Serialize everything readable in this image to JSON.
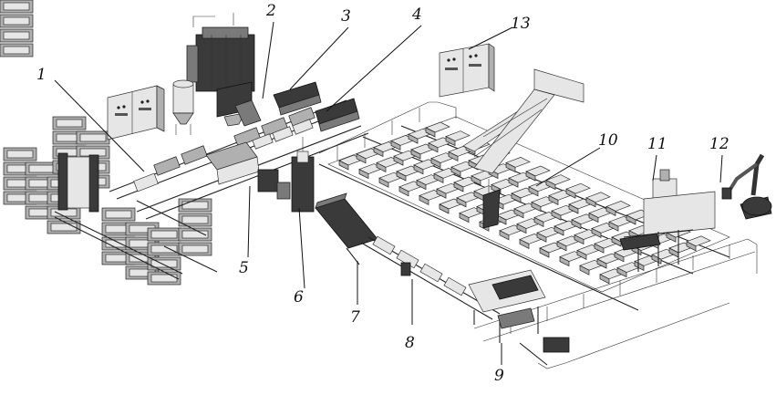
{
  "figure": {
    "callouts": [
      {
        "id": "1",
        "label": "1"
      },
      {
        "id": "2",
        "label": "2"
      },
      {
        "id": "3",
        "label": "3"
      },
      {
        "id": "4",
        "label": "4"
      },
      {
        "id": "5",
        "label": "5"
      },
      {
        "id": "6",
        "label": "6"
      },
      {
        "id": "7",
        "label": "7"
      },
      {
        "id": "8",
        "label": "8"
      },
      {
        "id": "9",
        "label": "9"
      },
      {
        "id": "10",
        "label": "10"
      },
      {
        "id": "11",
        "label": "11"
      },
      {
        "id": "12",
        "label": "12"
      },
      {
        "id": "13",
        "label": "13"
      }
    ]
  },
  "colors": {
    "ink": "#111111",
    "machine_dark": "#3a3a3a",
    "machine_mid": "#7a7a7a",
    "mold_light": "#e6e6e6",
    "background": "#ffffff"
  }
}
